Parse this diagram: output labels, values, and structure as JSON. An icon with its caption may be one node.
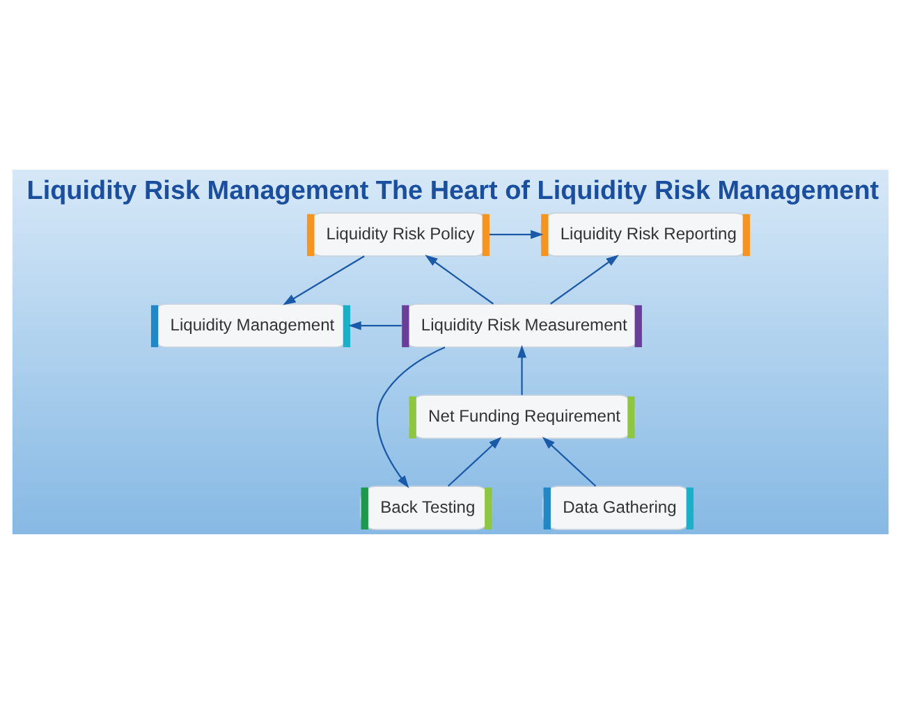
{
  "diagram": {
    "title": "Liquidity Risk Management The Heart of Liquidity Risk Management",
    "nodes": [
      {
        "text": [
          "Liquidity Risk Policy"
        ]
      },
      {
        "text": [
          "Liquidity Risk Reporting"
        ]
      },
      {
        "text": [
          "Liquidity Management"
        ]
      },
      {
        "text": [
          "Liquidity Risk Measurement"
        ]
      },
      {
        "text": [
          "Back Testing"
        ]
      },
      {
        "text": [
          "Net Funding Requirement"
        ]
      },
      {
        "text": [
          "Data Gathering"
        ]
      }
    ],
    "edges": [
      {
        "from": 0,
        "to": 1,
        "arrow": "to"
      },
      {
        "from": 0,
        "to": 2,
        "arrow": "to"
      },
      {
        "from": 3,
        "to": 0,
        "arrow": "to"
      },
      {
        "from": 3,
        "to": 1,
        "arrow": "to"
      },
      {
        "from": 3,
        "to": 2,
        "arrow": "to"
      },
      {
        "from": 3,
        "to": 4,
        "arrow": "to"
      },
      {
        "from": 4,
        "to": 5,
        "arrow": "to"
      },
      {
        "from": 5,
        "to": 3,
        "arrow": "to"
      },
      {
        "from": 6,
        "to": 5,
        "arrow": "to"
      }
    ]
  }
}
